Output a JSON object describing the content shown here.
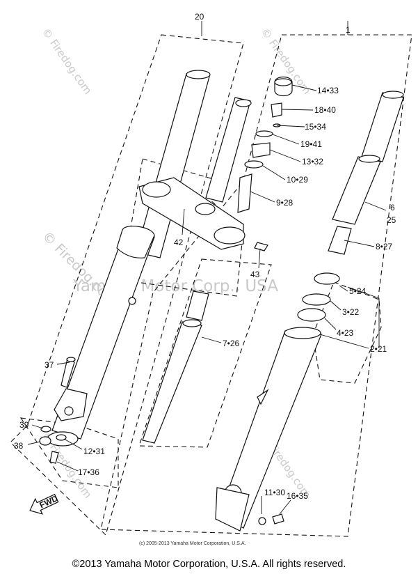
{
  "watermarks": {
    "diagonal": "© Firedog.com",
    "center": "Yamaha Motor Corp., USA"
  },
  "callouts": {
    "c20": "20",
    "c1": "1",
    "c14_33": "14•33",
    "c18_40": "18•40",
    "c15_34": "15•34",
    "c19_41": "19•41",
    "c13_32": "13•32",
    "c10_29": "10•29",
    "c9_28": "9•28",
    "c42": "42",
    "c43": "43",
    "c6": "6",
    "c25": "25",
    "c8_27": "8•27",
    "c5_24": "5•24",
    "c3_22": "3•22",
    "c4_23": "4•23",
    "c2_21": "2•21",
    "c7_26": "7•26",
    "c37": "37",
    "c39": "39",
    "c38": "38",
    "c12_31": "12•31",
    "c17_36": "17•36",
    "c11_30": "11•30",
    "c16_35": "16•35",
    "fwd": "FWD"
  },
  "inner_copyright": "(c) 2005-2013 Yamaha Motor Corporation, U.S.A.",
  "footer_copyright": "©2013 Yamaha Motor Corporation, U.S.A. All rights reserved.",
  "colors": {
    "ink": "#111111",
    "watermark": "#c9c9c9",
    "background": "#ffffff"
  },
  "icons": [
    "fwd-arrow-icon"
  ]
}
